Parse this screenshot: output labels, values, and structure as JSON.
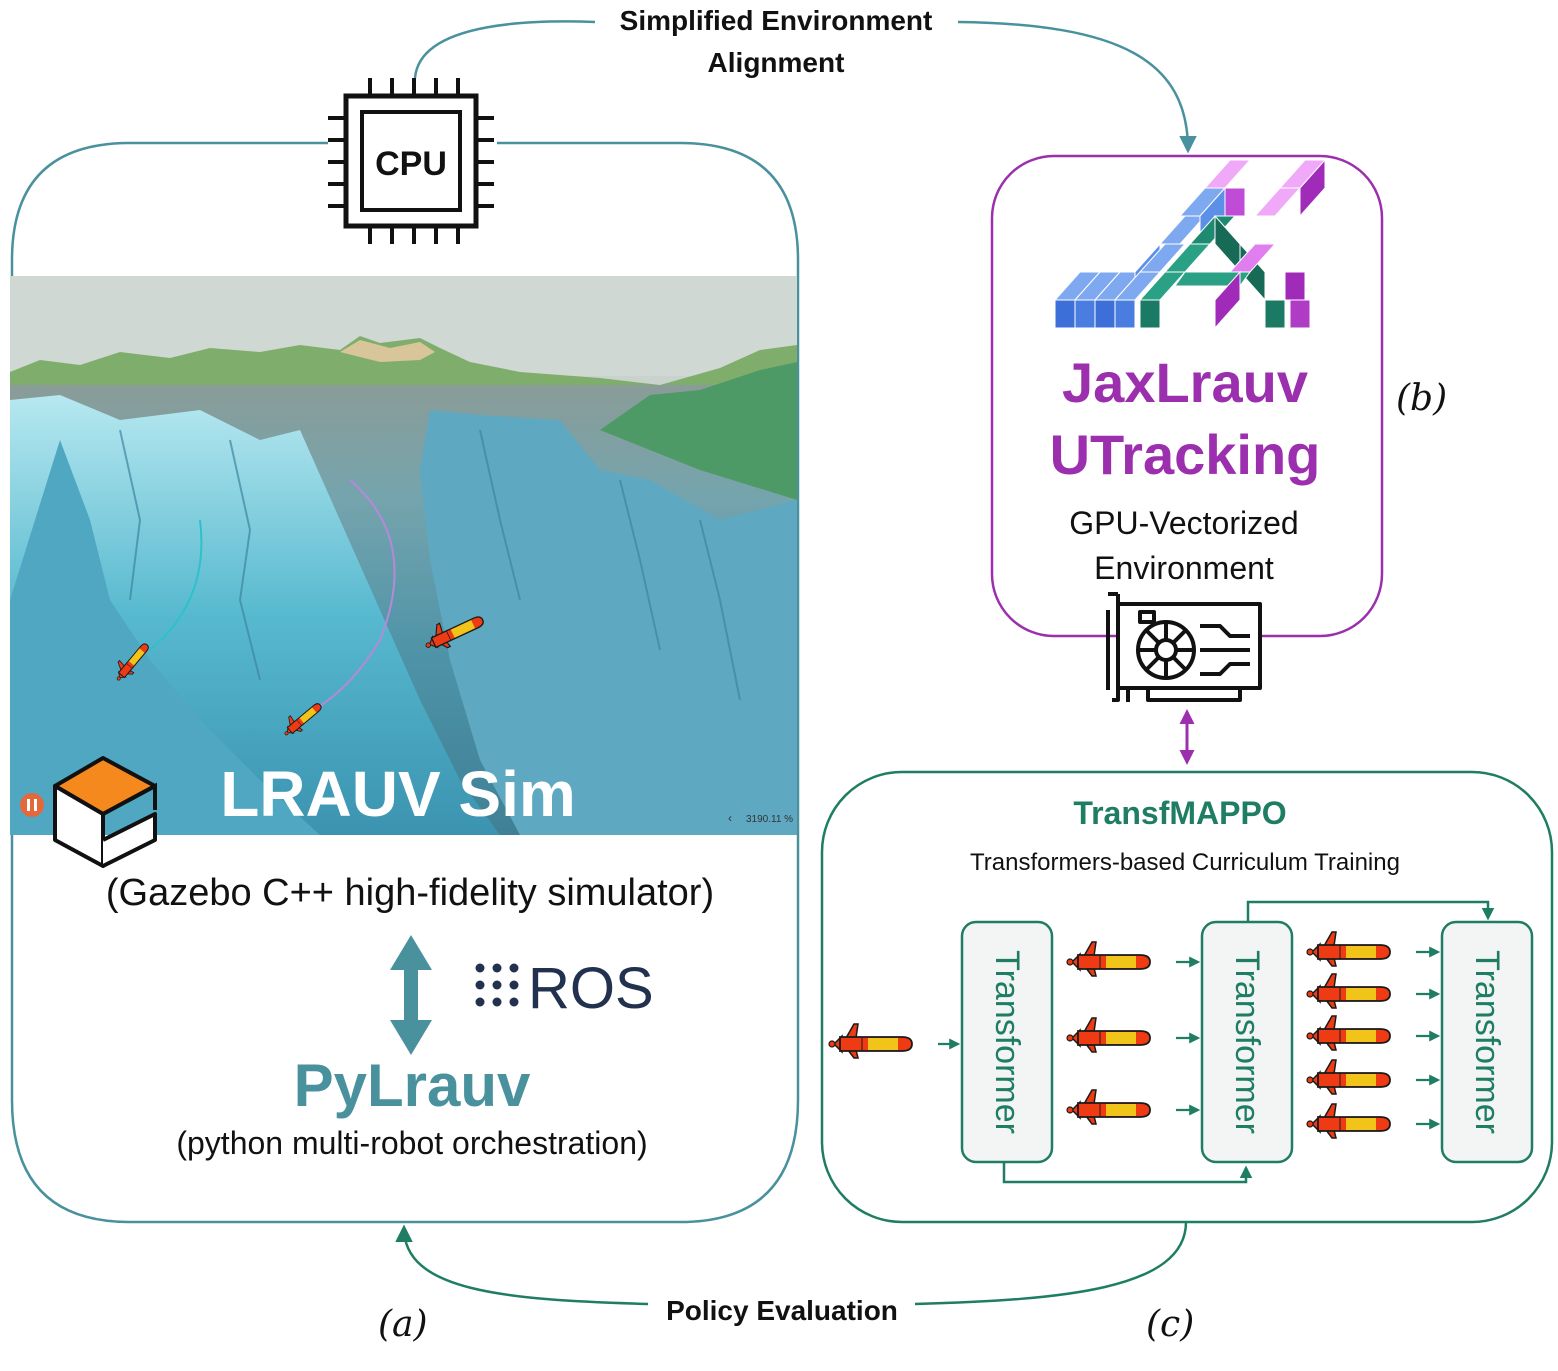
{
  "top_arrow": {
    "line1": "Simplified Environment",
    "line2": "Alignment"
  },
  "bottom_arrow": {
    "label": "Policy Evaluation"
  },
  "panel_a": {
    "cpu_chip_label": "CPU",
    "sim_title": "LRAUV Sim",
    "sim_subtitle": "(Gazebo C++ high-fidelity simulator)",
    "ros_label": "ROS",
    "pylrauv_title": "PyLrauv",
    "pylrauv_subtitle": "(python multi-robot orchestration)",
    "viewport_zoom": "3190.11 %",
    "viewport_nav": "‹",
    "tag": "(a)"
  },
  "panel_b": {
    "title_line1": "JaxLrauv",
    "title_line2": "UTracking",
    "subtitle_line1": "GPU-Vectorized",
    "subtitle_line2": "Environment",
    "tag": "(b)"
  },
  "panel_c": {
    "title": "TransfMAPPO",
    "subtitle": "Transformers-based Curriculum Training",
    "blocks": [
      "Transformer",
      "Transformer",
      "Transformer"
    ],
    "tag": "(c)"
  },
  "colors": {
    "teal": "#4a919e",
    "green": "#1e7d63",
    "purple": "#9b2fae",
    "jax_blue": "#5b8fe8",
    "jax_green": "#1f8a72",
    "jax_pink": "#e07ef0",
    "ros_dark": "#22314e"
  },
  "icons": {
    "cpu": "cpu-chip-icon",
    "gpu": "gpu-card-icon",
    "jax": "jax-logo-icon",
    "gazebo": "gazebo-logo-icon",
    "ros": "ros-dots-icon",
    "auv": "auv-robot-icon"
  }
}
